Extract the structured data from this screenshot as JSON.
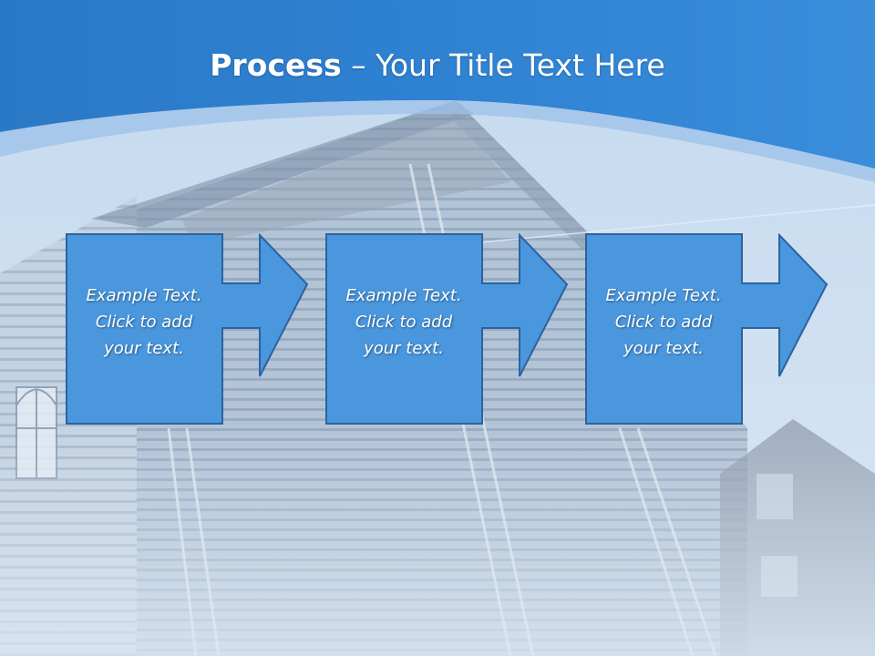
{
  "slide": {
    "title_bold": "Process",
    "title_rest": " – Your Title Text Here",
    "steps": [
      {
        "line1": "Example Text.",
        "line2": "Click  to add",
        "line3": "your text."
      },
      {
        "line1": "Example Text.",
        "line2": "Click  to add",
        "line3": "your text."
      },
      {
        "line1": "Example Text.",
        "line2": "Click  to add",
        "line3": "your text."
      }
    ]
  },
  "colors": {
    "header_blue": "#2f80cf",
    "box_blue": "#4a97de",
    "box_border": "#2c62a0",
    "sky": "#c9dcf1"
  }
}
